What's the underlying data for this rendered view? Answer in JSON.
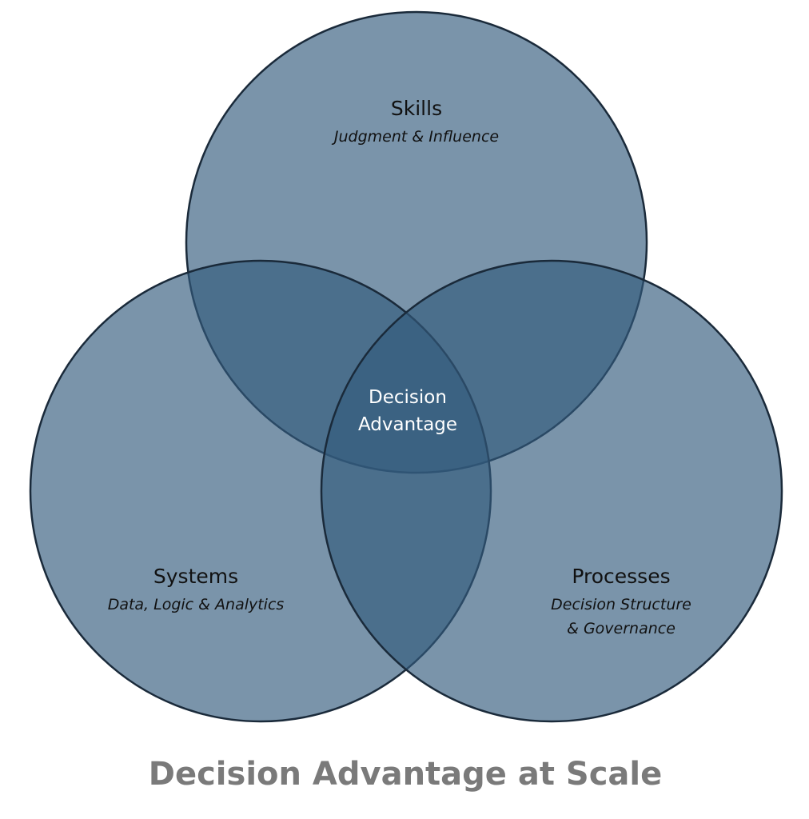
{
  "diagram": {
    "type": "venn-3",
    "fill_color": "#325a7d",
    "stroke_color": "#1a2a3a",
    "circles": [
      {
        "title": "Skills",
        "subtitle": "Judgment & Influence"
      },
      {
        "title": "Systems",
        "subtitle": "Data, Logic & Analytics"
      },
      {
        "title": "Processes",
        "subtitle_lines": [
          "Decision Structure",
          "& Governance"
        ]
      }
    ],
    "center_lines": [
      "Decision",
      "Advantage"
    ]
  },
  "caption": "Decision Advantage at Scale"
}
